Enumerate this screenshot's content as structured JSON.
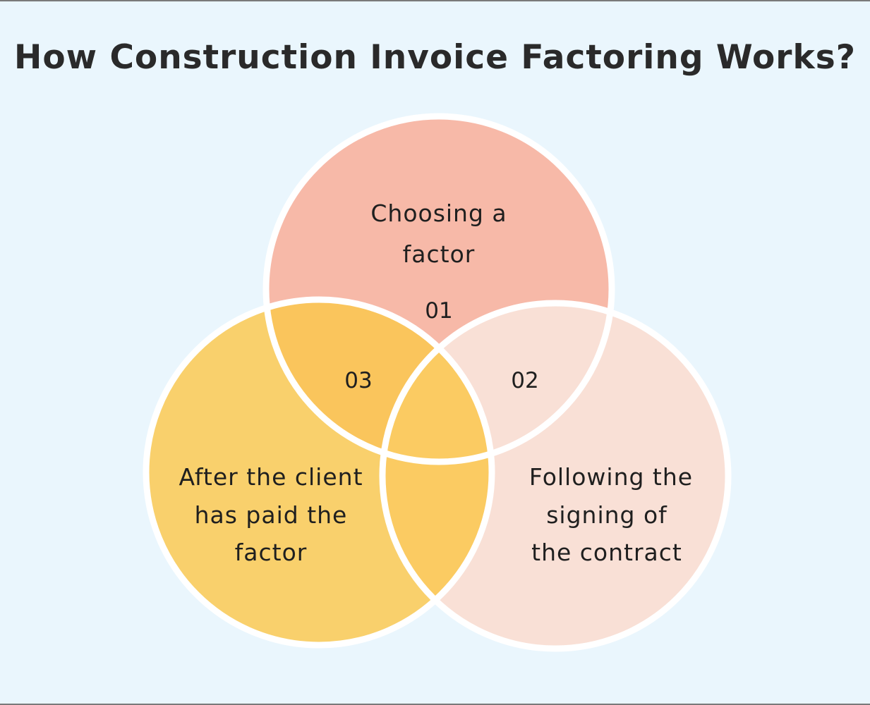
{
  "title": "How Construction Invoice Factoring Works?",
  "colors": {
    "background": "#eaf6fd",
    "circle_top": "#f7b9a8",
    "circle_right": "#f9e0d6",
    "circle_left": "#f9d06c",
    "overlap_top_left": "#fac55c",
    "overlap_center": "#fbcb62",
    "stroke": "#ffffff"
  },
  "steps": [
    {
      "number": "01",
      "label_lines": [
        "Choosing a",
        "factor"
      ]
    },
    {
      "number": "02",
      "label_lines": [
        "Following the",
        "signing of",
        "the contract"
      ]
    },
    {
      "number": "03",
      "label_lines": [
        "After the client",
        "has paid the",
        "factor"
      ]
    }
  ]
}
